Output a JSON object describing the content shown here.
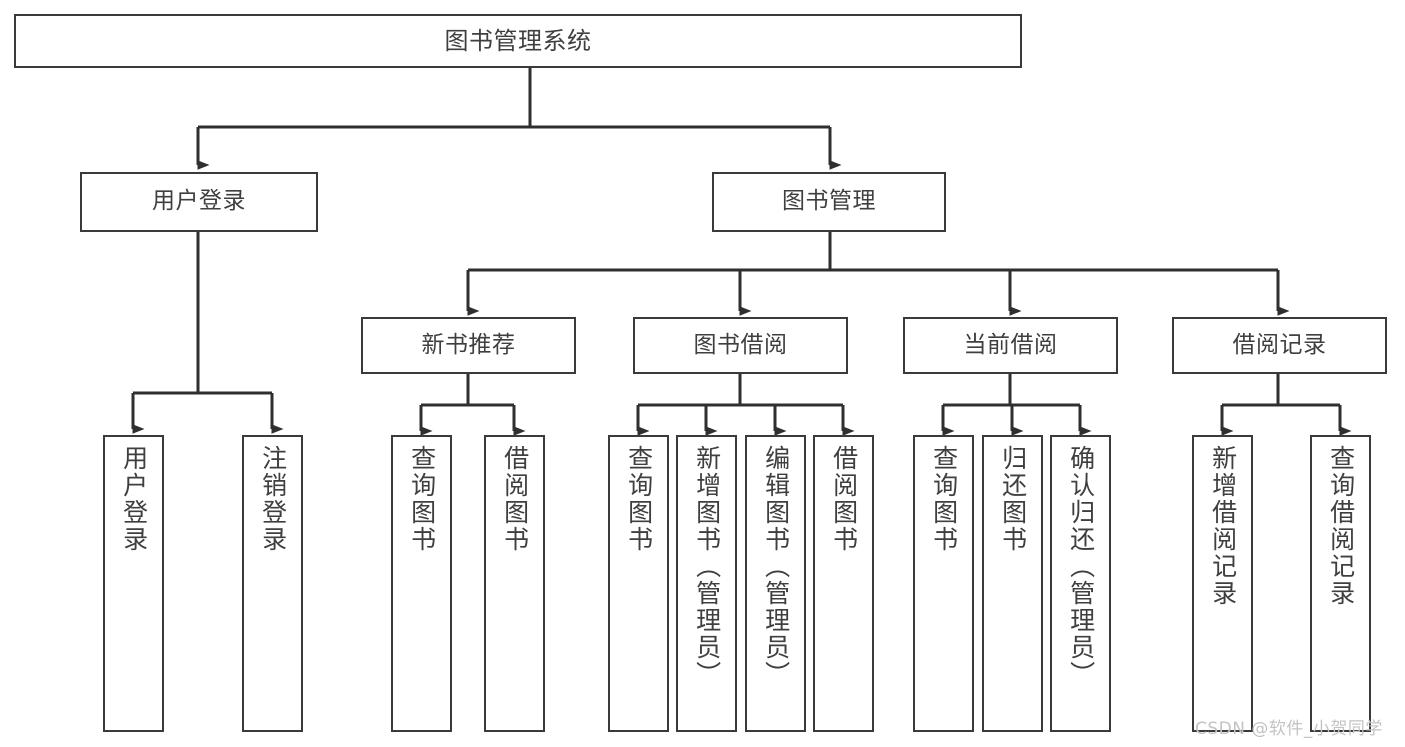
{
  "diagram": {
    "type": "tree",
    "title": "图书管理系统",
    "stroke_color": "#3a3a3a",
    "text_color": "#3f3f3f",
    "background": "#ffffff",
    "nodes": {
      "root": {
        "label": "图书管理系统"
      },
      "level1": [
        {
          "id": "user-login",
          "label": "用户登录"
        },
        {
          "id": "book-manage",
          "label": "图书管理"
        }
      ],
      "level2": [
        {
          "id": "new-book-recommend",
          "label": "新书推荐"
        },
        {
          "id": "book-borrow",
          "label": "图书借阅"
        },
        {
          "id": "current-borrow",
          "label": "当前借阅"
        },
        {
          "id": "borrow-record",
          "label": "借阅记录"
        }
      ],
      "leaves": {
        "user-login": [
          {
            "id": "leaf-user-login",
            "label": "用户登录"
          },
          {
            "id": "leaf-logout-login",
            "label": "注销登录"
          }
        ],
        "new-book-recommend": [
          {
            "id": "leaf-query-book-1",
            "label": "查询图书"
          },
          {
            "id": "leaf-borrow-book-1",
            "label": "借阅图书"
          }
        ],
        "book-borrow": [
          {
            "id": "leaf-query-book-2",
            "label": "查询图书"
          },
          {
            "id": "leaf-add-book",
            "label": "新增图书（管理员）"
          },
          {
            "id": "leaf-edit-book",
            "label": "编辑图书（管理员）"
          },
          {
            "id": "leaf-borrow-book-2",
            "label": "借阅图书"
          }
        ],
        "current-borrow": [
          {
            "id": "leaf-query-book-3",
            "label": "查询图书"
          },
          {
            "id": "leaf-return-book",
            "label": "归还图书"
          },
          {
            "id": "leaf-confirm-return",
            "label": "确认归还（管理员）"
          }
        ],
        "borrow-record": [
          {
            "id": "leaf-add-record",
            "label": "新增借阅记录"
          },
          {
            "id": "leaf-query-record",
            "label": "查询借阅记录"
          }
        ]
      }
    },
    "watermark": "CSDN @软件_小贺同学"
  }
}
